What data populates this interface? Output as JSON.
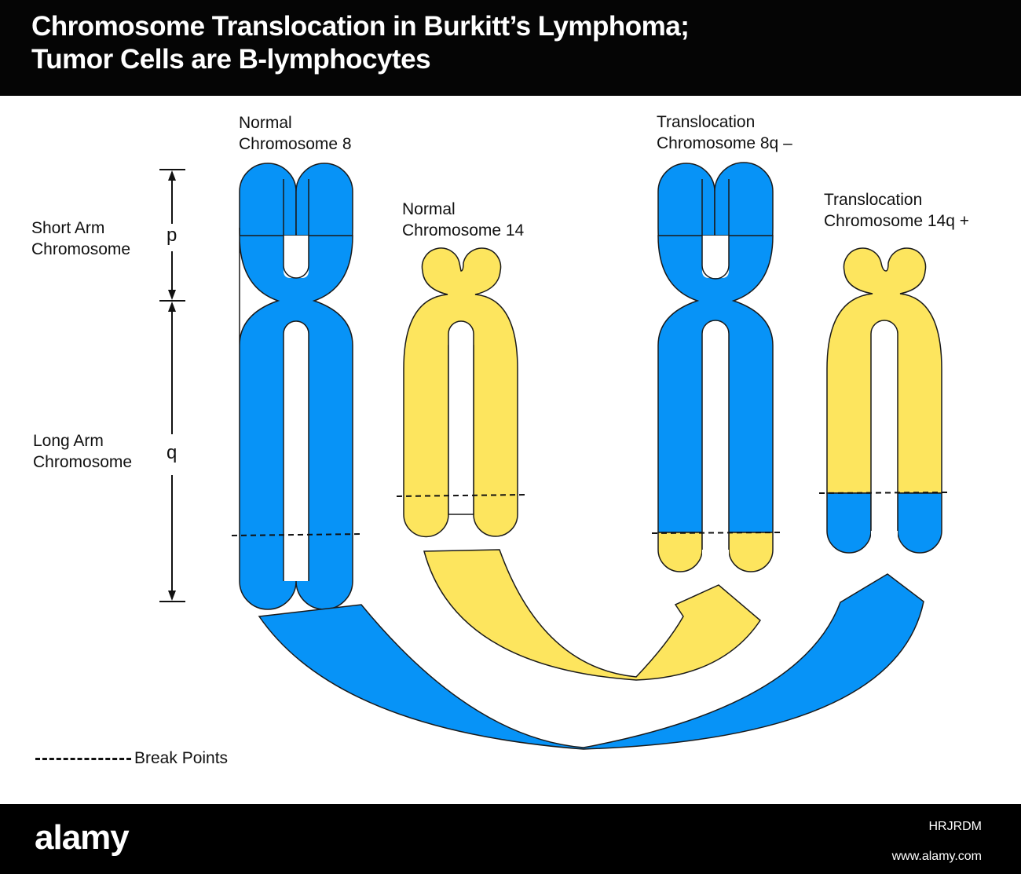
{
  "title": {
    "line1": "Chromosome Translocation in Burkitt’s Lymphoma;",
    "line2": "Tumor Cells are B-lymphocytes"
  },
  "chromosomes": {
    "normal_8": {
      "line1": "Normal",
      "line2": "Chromosome 8"
    },
    "normal_14": {
      "line1": "Normal",
      "line2": "Chromosome 14"
    },
    "trans_8q": {
      "line1": "Translocation",
      "line2": "Chromosome 8q –"
    },
    "trans_14q": {
      "line1": "Translocation",
      "line2": "Chromosome 14q +"
    }
  },
  "arms": {
    "short": {
      "line1": "Short Arm",
      "line2": "Chromosome",
      "letter": "p"
    },
    "long": {
      "line1": "Long Arm",
      "line2": "Chromosome",
      "letter": "q"
    }
  },
  "legend": {
    "label": "Break Points"
  },
  "colors": {
    "chromosome_8": "#0793f7",
    "chromosome_14": "#fde55e",
    "outline": "#1a1a1a",
    "header_bg": "#050505",
    "footer_bg": "#000000"
  },
  "footer": {
    "logo": "alamy",
    "image_id": "HRJRDM",
    "site": "www.alamy.com"
  }
}
